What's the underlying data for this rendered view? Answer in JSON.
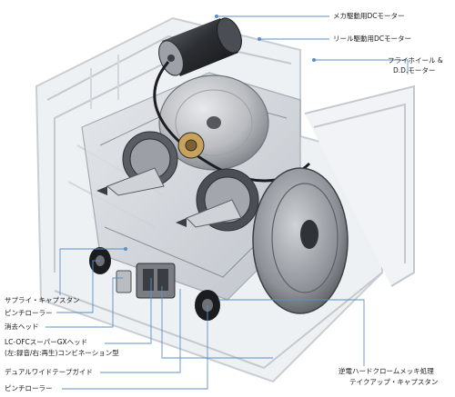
{
  "labels": {
    "mecha_motor": "メカ駆動用DCモーター",
    "reel_motor": "リール駆動用DCモーター",
    "flywheel_line1": "フライホイール &",
    "flywheel_line2": "D.D.モーター",
    "supply_capstan": "サプライ・キャプスタン",
    "pinch_roller_1": "ピンチローラー",
    "erase_head": "消去ヘッド",
    "gx_head_line1": "LC-OFCスーパーGXヘッド",
    "gx_head_line2": "(左:録音/右:再生)コンビネーション型",
    "dual_wide_guide": "デュアルワイドテープガイド",
    "pinch_roller_2": "ピンチローラー",
    "takeup_line1": "逆電ハードクロームメッキ処理",
    "takeup_line2": "テイクアップ・キャプスタン"
  },
  "colors": {
    "leader": "#5b8fc9",
    "text": "#1a1a1a",
    "frame": "#d9dde2",
    "metal_dark": "#3a3d42"
  }
}
